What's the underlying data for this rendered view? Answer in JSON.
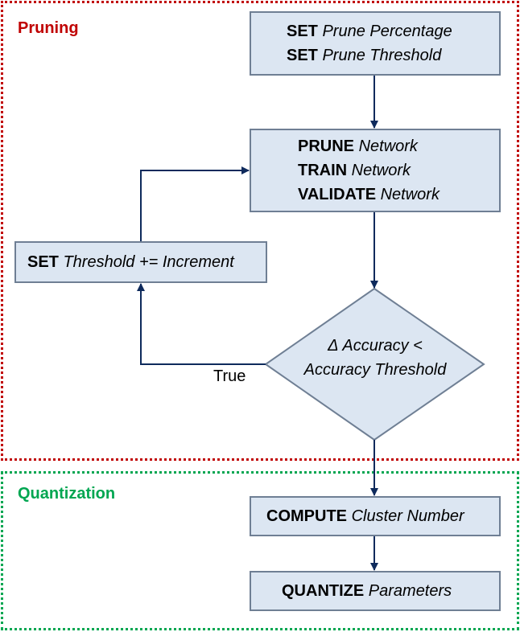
{
  "colors": {
    "box_fill": "#dce6f2",
    "box_border": "#6f7f94",
    "arrow": "#0e2a5c",
    "pruning_accent": "#c00000",
    "quantization_accent": "#00a651"
  },
  "regions": {
    "pruning": {
      "label": "Pruning"
    },
    "quantization": {
      "label": "Quantization"
    }
  },
  "nodes": {
    "set_prune": {
      "lines": [
        {
          "keyword": "SET",
          "text": "Prune Percentage"
        },
        {
          "keyword": "SET",
          "text": "Prune Threshold"
        }
      ]
    },
    "prune_train": {
      "lines": [
        {
          "keyword": "PRUNE",
          "text": "Network"
        },
        {
          "keyword": "TRAIN",
          "text": "Network"
        },
        {
          "keyword": "VALIDATE",
          "text": "Network"
        }
      ]
    },
    "set_threshold": {
      "lines": [
        {
          "keyword": "SET",
          "text": "Threshold += Increment"
        }
      ]
    },
    "decision": {
      "line1": "Δ Accuracy <",
      "line2": "Accuracy Threshold"
    },
    "compute": {
      "lines": [
        {
          "keyword": "COMPUTE",
          "text": "Cluster Number"
        }
      ]
    },
    "quantize": {
      "lines": [
        {
          "keyword": "QUANTIZE",
          "text": "Parameters"
        }
      ]
    }
  },
  "edges": {
    "true_label": "True"
  }
}
